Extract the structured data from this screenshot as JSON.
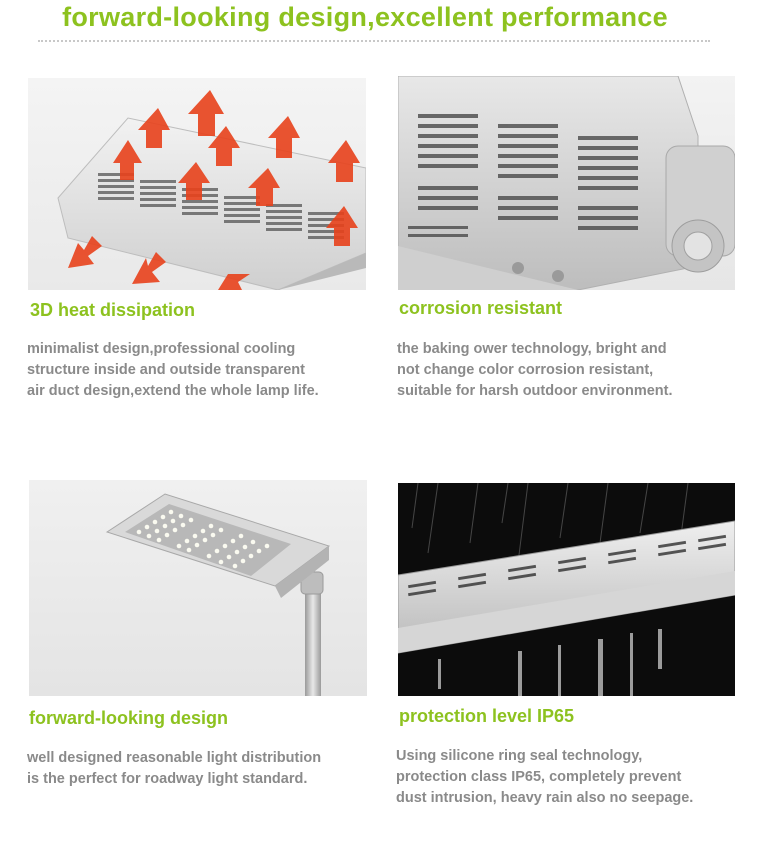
{
  "page": {
    "title": "forward-looking design,excellent performance"
  },
  "features": [
    {
      "heading": "3D heat dissipation",
      "lines": [
        "minimalist design,professional cooling",
        "structure inside and outside transparent",
        "air duct design,extend the whole lamp life."
      ]
    },
    {
      "heading": "corrosion resistant",
      "lines": [
        "the baking ower technology, bright and",
        "not change color corrosion resistant,",
        "suitable for harsh outdoor environment."
      ]
    },
    {
      "heading": "forward-looking design",
      "lines": [
        "well designed reasonable light distribution",
        "is the perfect for roadway light standard."
      ]
    },
    {
      "heading": "protection level IP65",
      "lines": [
        "Using silicone ring seal technology,",
        "protection class IP65, completely prevent",
        "dust intrusion, heavy rain also no seepage."
      ]
    }
  ],
  "colors": {
    "accent": "#8dc21f",
    "body_text": "#8a8a8a",
    "arrow": "#e8421c"
  }
}
